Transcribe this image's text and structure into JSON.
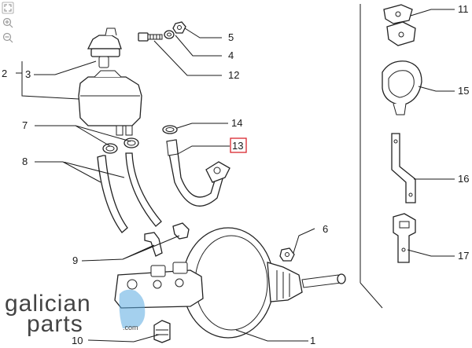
{
  "callouts": {
    "c1": "1",
    "c2": "2",
    "c3": "3",
    "c4": "4",
    "c5": "5",
    "c6": "6",
    "c7": "7",
    "c8": "8",
    "c9": "9",
    "c10": "10",
    "c11": "11",
    "c12": "12",
    "c13": "13",
    "c14": "14",
    "c15": "15",
    "c16": "16",
    "c17": "17"
  },
  "highlighted_callout": "13",
  "logo": {
    "line1": "galician",
    "line2": "parts",
    "suffix": ".com"
  },
  "colors": {
    "highlight": "#d9262e",
    "logo_accent": "#5aa9e0"
  },
  "icons": [
    "fullscreen-icon",
    "zoom-in-icon",
    "zoom-out-icon"
  ]
}
